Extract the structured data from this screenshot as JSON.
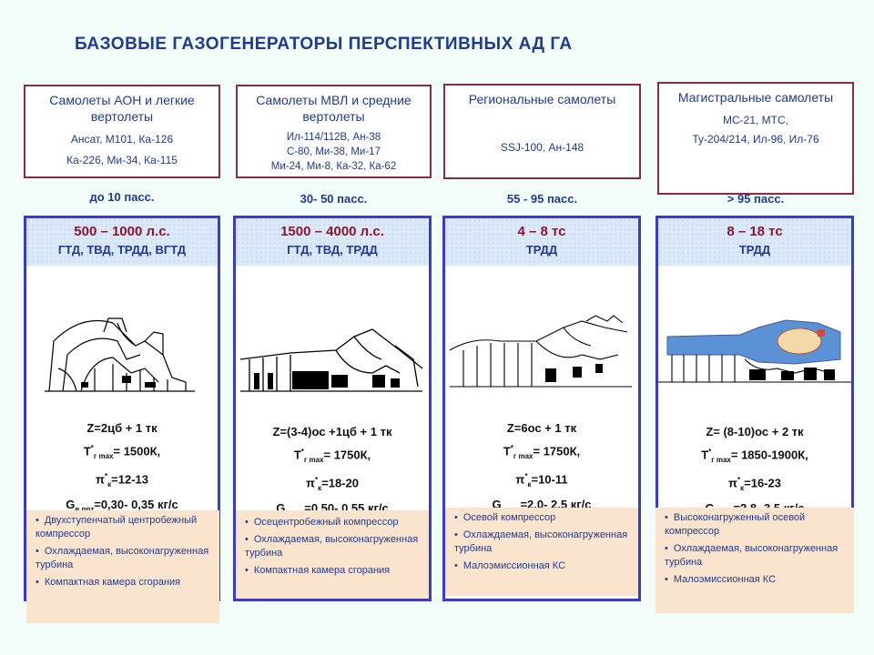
{
  "title": "БАЗОВЫЕ ГАЗОГЕНЕРАТОРЫ ПЕРСПЕКТИВНЫХ АД ГА",
  "columns": [
    {
      "category": "Самолеты АОН и легкие вертолеты",
      "aircraft": [
        "Ансат, М101, Ка-126",
        "Ка-226, Ми-34, Ка-115"
      ],
      "pax": "до 10 пасс.",
      "power": "500 – 1000 л.с.",
      "engine_types": "ГТД, ТВД, ТРДД, ВГТД",
      "scheme": "Z=2цб + 1 тк",
      "tg": "= 1500К,",
      "pik": "=12-13",
      "gv": "=0,30- 0,35 кг/с",
      "features": [
        "Двухступенчатый центробежный компрессор",
        "Охлаждаемая, высоконагруженная турбина",
        "Компактная камера сгорания"
      ]
    },
    {
      "category": "Самолеты МВЛ и средние вертолеты",
      "aircraft": [
        "Ил-114/112В, Ан-38",
        "С-80, Ми-38, Ми-17",
        "Ми-24, Ми-8, Ка-32, Ка-62"
      ],
      "pax": "30- 50 пасс.",
      "power": "1500 – 4000 л.с.",
      "engine_types": "ГТД, ТВД, ТРДД",
      "scheme": "Z=(3-4)ос +1цб + 1 тк",
      "tg": "= 1750К,",
      "pik": "=18-20",
      "gv": "=0,50- 0,55 кг/с",
      "features": [
        "Осецентробежный компрессор",
        "Охлаждаемая, высоконагруженная турбина",
        "Компактная камера сгорания"
      ]
    },
    {
      "category": "Региональные самолеты",
      "aircraft": [
        "SSJ-100, Ан-148"
      ],
      "pax": "55 - 95 пасс.",
      "power": "4 – 8 тс",
      "engine_types": "ТРДД",
      "scheme": "Z=6ос + 1 тк",
      "tg": "= 1750К,",
      "pik": "=10-11",
      "gv": "=2,0- 2,5 кг/с",
      "features": [
        "Осевой компрессор",
        "Охлаждаемая, высоконагруженная турбина",
        "Малоэмиссионная КС"
      ]
    },
    {
      "category": "Магистральные самолеты",
      "aircraft": [
        "МС-21, МТС,",
        "Ту-204/214, Ил-96, Ил-76"
      ],
      "pax": "> 95 пасс.",
      "power": "8 – 18 тс",
      "engine_types": "ТРДД",
      "scheme": "Z= (8-10)ос + 2 тк",
      "tg": "= 1850-1900К,",
      "pik": "=16-23",
      "gv": "=2,8- 3,5 кг/с",
      "features": [
        "Высоконагруженный осевой компрессор",
        "Охлаждаемая, высоконагруженная турбина",
        "Малоэмиссионная КС"
      ]
    }
  ],
  "labels": {
    "T": "T",
    "T_sup": "*",
    "T_sub": "г max",
    "pi": "π",
    "pi_sup": "*",
    "pi_sub": "к",
    "G": "G",
    "G_sub": "в прz"
  },
  "colors": {
    "title": "#1f3a93",
    "category_border": "#8b2a45",
    "panel_border": "#3a3ad0",
    "power_text": "#8b1530",
    "features_bg": "#fbe4cd",
    "engine_4_accent": "#3f7fd0"
  }
}
